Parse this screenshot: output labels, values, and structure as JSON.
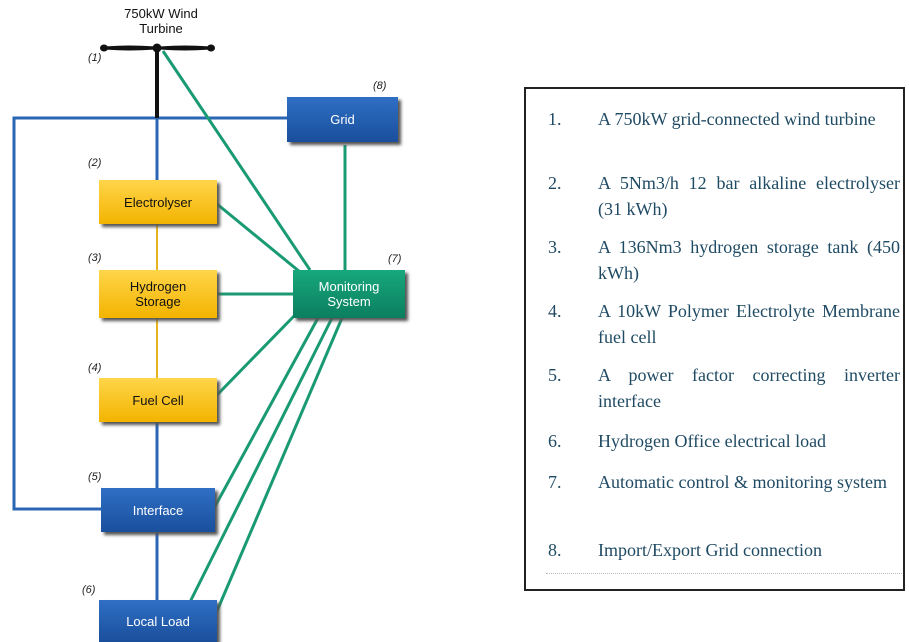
{
  "diagram": {
    "turbine_label": "750kW Wind\nTurbine",
    "numbers": [
      "(1)",
      "(2)",
      "(3)",
      "(4)",
      "(5)",
      "(6)",
      "(7)",
      "(8)"
    ],
    "boxes": {
      "grid": "Grid",
      "electrolyser": "Electrolyser",
      "hydrogen_storage": "Hydrogen\nStorage",
      "fuel_cell": "Fuel Cell",
      "interface": "Interface",
      "local_load": "Local Load",
      "monitoring": "Monitoring\nSystem"
    },
    "colors": {
      "power_line": "#2b66b5",
      "hydrogen_line": "#e8b320",
      "signal_line": "#1a9a73",
      "turbine": "#111111"
    }
  },
  "legend": {
    "items": [
      {
        "num": "1.",
        "text": "A 750kW grid-connected wind turbine"
      },
      {
        "num": "2.",
        "text": "A 5Nm3/h 12 bar alkaline electrolyser (31 kWh)"
      },
      {
        "num": "3.",
        "text": "A 136Nm3 hydrogen storage tank (450 kWh)"
      },
      {
        "num": "4.",
        "text": "A 10kW Polymer Electrolyte Membrane fuel cell"
      },
      {
        "num": "5.",
        "text": "A power factor correcting inverter interface"
      },
      {
        "num": "6.",
        "text": "Hydrogen Office electrical load"
      },
      {
        "num": "7.",
        "text": "Automatic control & monitoring system"
      },
      {
        "num": "8.",
        "text": "Import/Export Grid connection"
      }
    ]
  }
}
